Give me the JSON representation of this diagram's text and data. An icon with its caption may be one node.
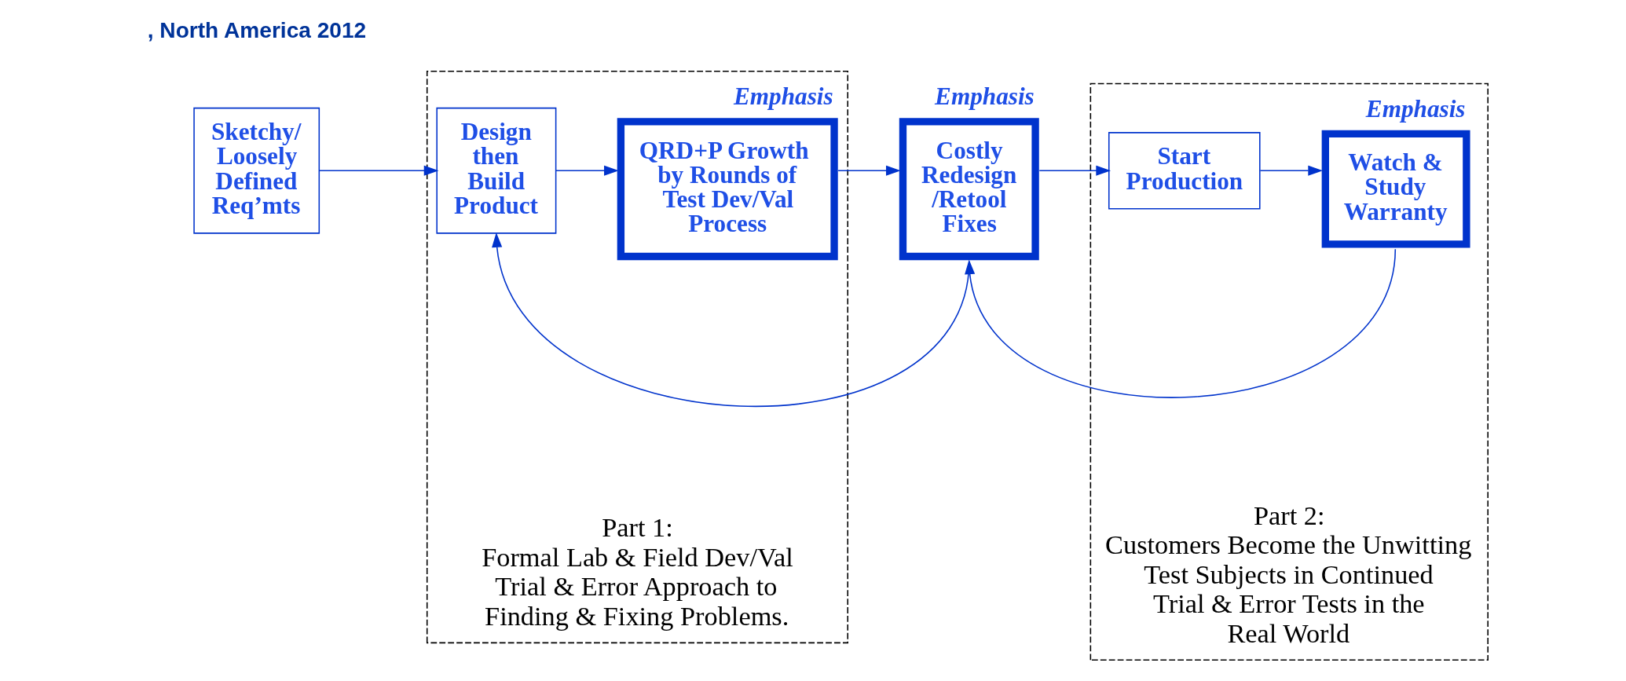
{
  "diagram": {
    "nodes": [
      {
        "text": [
          "Sketchy/ Loosely Defined Req’mts"
        ]
      },
      {
        "text": [
          "Part 1:",
          "Formal Lab & Field Dev/Val Trial & Error Approach to Finding & Fixing Problems."
        ]
      },
      {
        "text": [
          "Design then Build Product"
        ],
        "in": 1
      },
      {
        "text": [
          "QRD+P Growth  by Rounds of Test Dev/Val Process"
        ],
        "in": 1,
        "beside": [
          "Emphasis"
        ]
      },
      {
        "text": [
          "Costly Redesign /Retool Fixes"
        ],
        "beside": [
          "Emphasis"
        ]
      },
      {
        "text": [
          "Part 2:",
          "Customers Become the Unwitting Test Subjects in Continued Trial & Error Tests in the Real World"
        ]
      },
      {
        "text": [
          "Start Production"
        ],
        "in": 5
      },
      {
        "text": [
          "Watch & Study Warranty"
        ],
        "in": 5,
        "beside": [
          "Emphasis"
        ]
      }
    ],
    "edges": [
      {
        "from": 0,
        "to": 2,
        "arrow": "to"
      },
      {
        "from": 2,
        "to": 3,
        "arrow": "to"
      },
      {
        "from": 3,
        "to": 4,
        "arrow": "to"
      },
      {
        "from": 4,
        "to": 6,
        "arrow": "to"
      },
      {
        "from": 6,
        "to": 7,
        "arrow": "to"
      },
      {
        "from": 4,
        "to": 2,
        "arrow": "to"
      },
      {
        "from": 7,
        "to": 4,
        "arrow": "to"
      }
    ],
    "labels": [
      ", North America 2012"
    ]
  }
}
